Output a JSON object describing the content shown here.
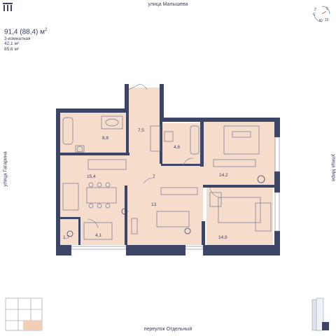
{
  "streets": {
    "top": "улица Малышева",
    "bottom": "переулок Отдельный",
    "left": "улица Гагарина",
    "right": "улица Мира"
  },
  "apartment": {
    "total_area": "91,4 (88,4) м",
    "total_area_sup": "2",
    "rooms_type": "3-комнатная",
    "living_area": "42,1 м²",
    "extra_area": "85,6 м²"
  },
  "compass": {
    "labels": [
      "2",
      "3",
      "10",
      "Ю",
      "С"
    ]
  },
  "rooms": [
    {
      "id": "bath",
      "area": "8,8"
    },
    {
      "id": "corridor-top",
      "area": "7,5"
    },
    {
      "id": "wc",
      "area": "4,8"
    },
    {
      "id": "bedroom-1",
      "area": "14,2"
    },
    {
      "id": "kitchen-living",
      "area": "15,4"
    },
    {
      "id": "hall",
      "area": "7"
    },
    {
      "id": "living",
      "area": "13"
    },
    {
      "id": "bedroom-2",
      "area": "14,9"
    },
    {
      "id": "storage",
      "area": "1,7"
    },
    {
      "id": "balcony",
      "area": "4,1"
    }
  ],
  "colors": {
    "wall": "#3c4566",
    "floor": "#f6dccb",
    "outline": "#6f7796",
    "highlight": "#f3cdb4"
  }
}
